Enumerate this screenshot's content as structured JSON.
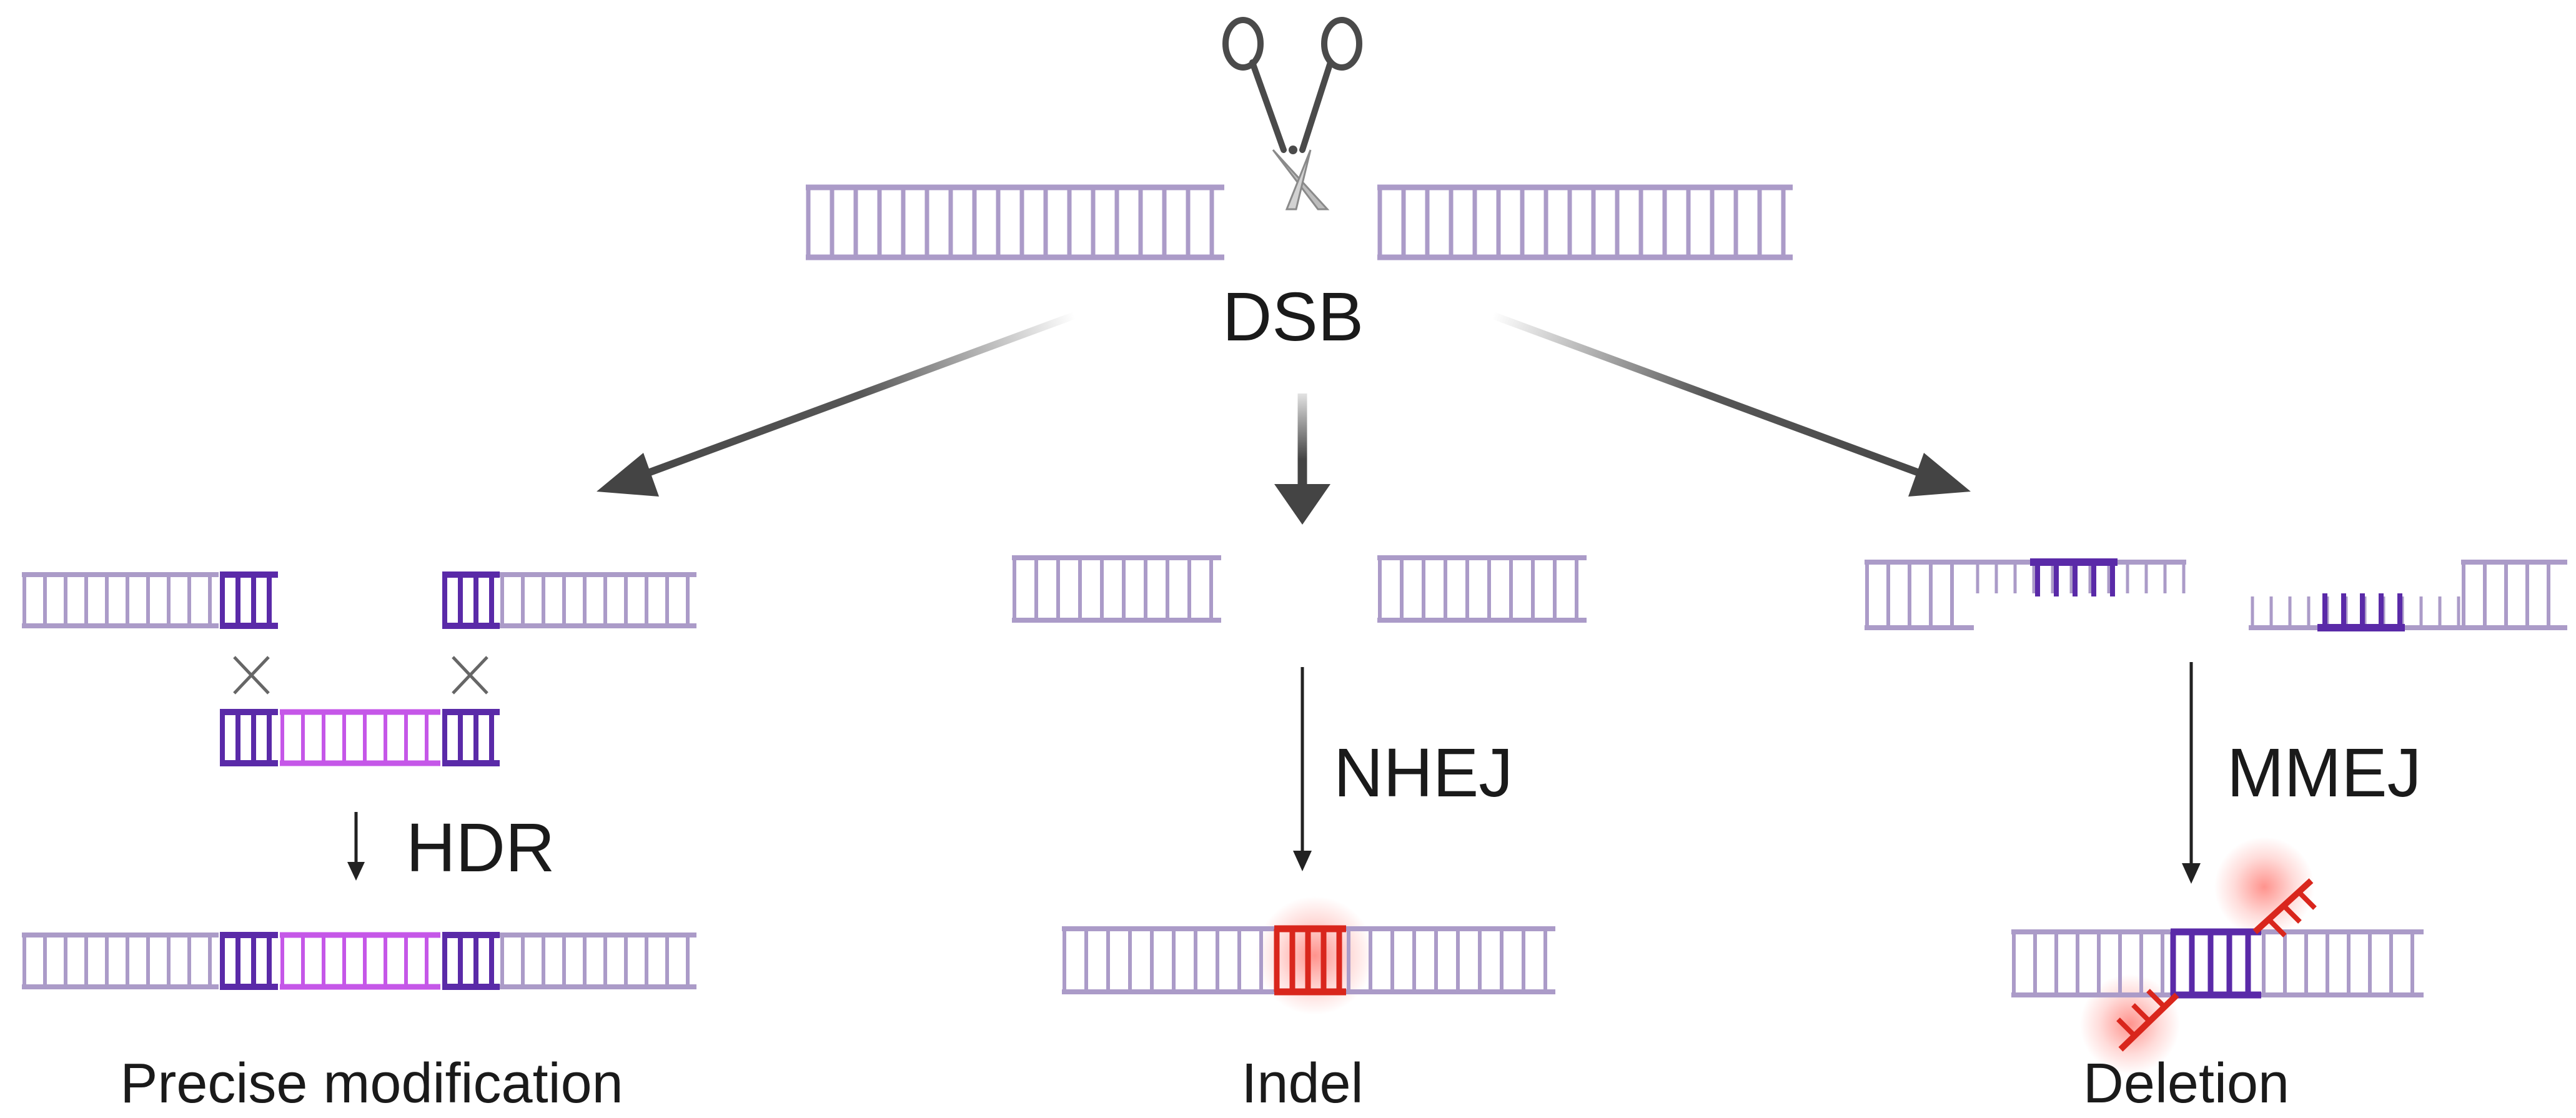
{
  "labels": {
    "top": "DSB",
    "hdr": "HDR",
    "nhej": "NHEJ",
    "mmej": "MMEJ",
    "precise": "Precise modification",
    "indel": "Indel",
    "deletion": "Deletion"
  },
  "colors": {
    "dna": "#ab9bc8",
    "homology": "#5a2aa8",
    "donor_insert": "#c557e8",
    "mutation": "#d9261c",
    "arrow": "#444444",
    "text": "#1a1a1a"
  },
  "icons": {
    "cut": "scissors-icon",
    "mismatch": "cross-icon"
  }
}
